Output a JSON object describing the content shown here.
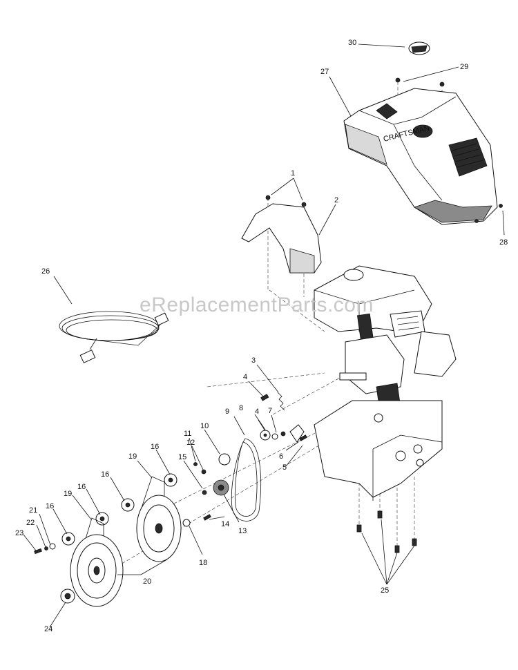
{
  "watermark": "eReplacementParts.com",
  "cover_logo": "CRAFTSMAN",
  "callouts": [
    {
      "id": "c1",
      "label": "1"
    },
    {
      "id": "c2",
      "label": "2"
    },
    {
      "id": "c3",
      "label": "3"
    },
    {
      "id": "c4a",
      "label": "4"
    },
    {
      "id": "c4b",
      "label": "4"
    },
    {
      "id": "c5",
      "label": "5"
    },
    {
      "id": "c6",
      "label": "6"
    },
    {
      "id": "c7",
      "label": "7"
    },
    {
      "id": "c8",
      "label": "8"
    },
    {
      "id": "c9",
      "label": "9"
    },
    {
      "id": "c10",
      "label": "10"
    },
    {
      "id": "c11",
      "label": "11"
    },
    {
      "id": "c12",
      "label": "12"
    },
    {
      "id": "c13",
      "label": "13"
    },
    {
      "id": "c14",
      "label": "14"
    },
    {
      "id": "c15",
      "label": "15"
    },
    {
      "id": "c16a",
      "label": "16"
    },
    {
      "id": "c16b",
      "label": "16"
    },
    {
      "id": "c16c",
      "label": "16"
    },
    {
      "id": "c16d",
      "label": "16"
    },
    {
      "id": "c18",
      "label": "18"
    },
    {
      "id": "c19a",
      "label": "19"
    },
    {
      "id": "c19b",
      "label": "19"
    },
    {
      "id": "c20",
      "label": "20"
    },
    {
      "id": "c21",
      "label": "21"
    },
    {
      "id": "c22",
      "label": "22"
    },
    {
      "id": "c23",
      "label": "23"
    },
    {
      "id": "c24",
      "label": "24"
    },
    {
      "id": "c25",
      "label": "25"
    },
    {
      "id": "c26",
      "label": "26"
    },
    {
      "id": "c27",
      "label": "27"
    },
    {
      "id": "c28",
      "label": "28"
    },
    {
      "id": "c29",
      "label": "29"
    },
    {
      "id": "c30",
      "label": "30"
    }
  ]
}
